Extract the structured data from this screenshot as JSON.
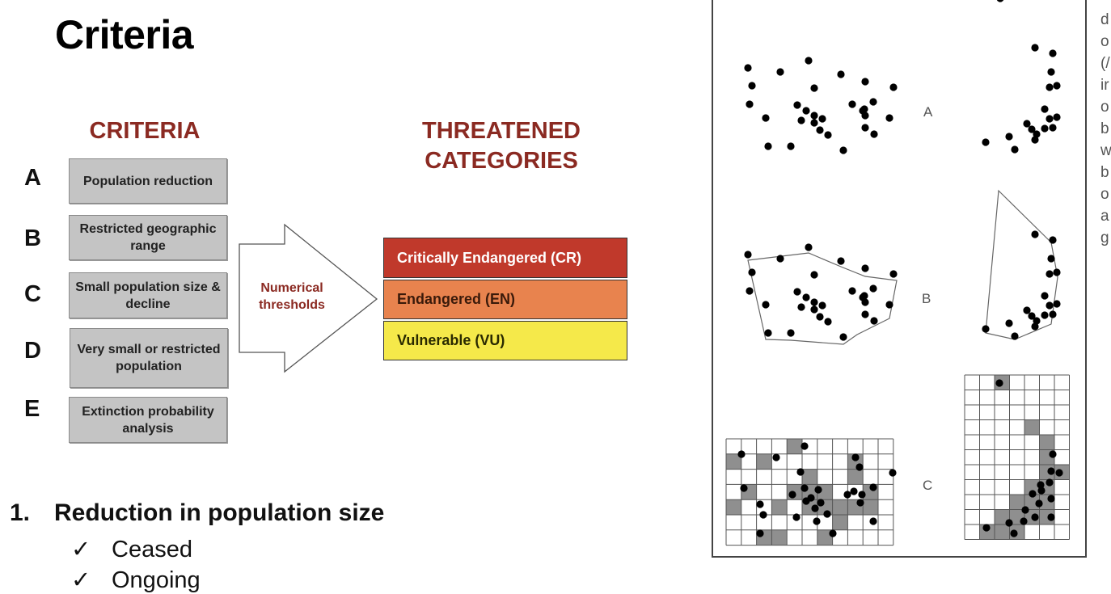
{
  "page": {
    "title": "Criteria"
  },
  "criteria": {
    "heading": "CRITERIA",
    "items": [
      {
        "letter": "A",
        "label": "Population reduction"
      },
      {
        "letter": "B",
        "label": "Restricted geographic range"
      },
      {
        "letter": "C",
        "label": "Small population size & decline"
      },
      {
        "letter": "D",
        "label": "Very small or restricted population"
      },
      {
        "letter": "E",
        "label": "Extinction probability analysis"
      }
    ]
  },
  "arrow": {
    "label": "Numerical thresholds"
  },
  "threatened": {
    "heading": "THREATENED CATEGORIES",
    "categories": [
      {
        "label": "Critically Endangered (CR)",
        "color": "#c0392b",
        "text_color": "#ffffff"
      },
      {
        "label": "Endangered (EN)",
        "color": "#e8834e",
        "text_color": "#3a1a0a"
      },
      {
        "label": "Vulnerable (VU)",
        "color": "#f5e94a",
        "text_color": "#2a2a00"
      }
    ]
  },
  "list": {
    "item1": "1. Reduction in population size",
    "checks": [
      {
        "mark": "✓",
        "text": "Ceased"
      },
      {
        "mark": "✓",
        "text": "Ongoing"
      }
    ]
  },
  "figure": {
    "panel_labels": [
      "A",
      "B",
      "C"
    ],
    "side_text_letters": [
      "d",
      "o",
      "(/",
      "ir",
      "o",
      "b",
      "w",
      "b",
      "o",
      "a",
      "g"
    ]
  }
}
